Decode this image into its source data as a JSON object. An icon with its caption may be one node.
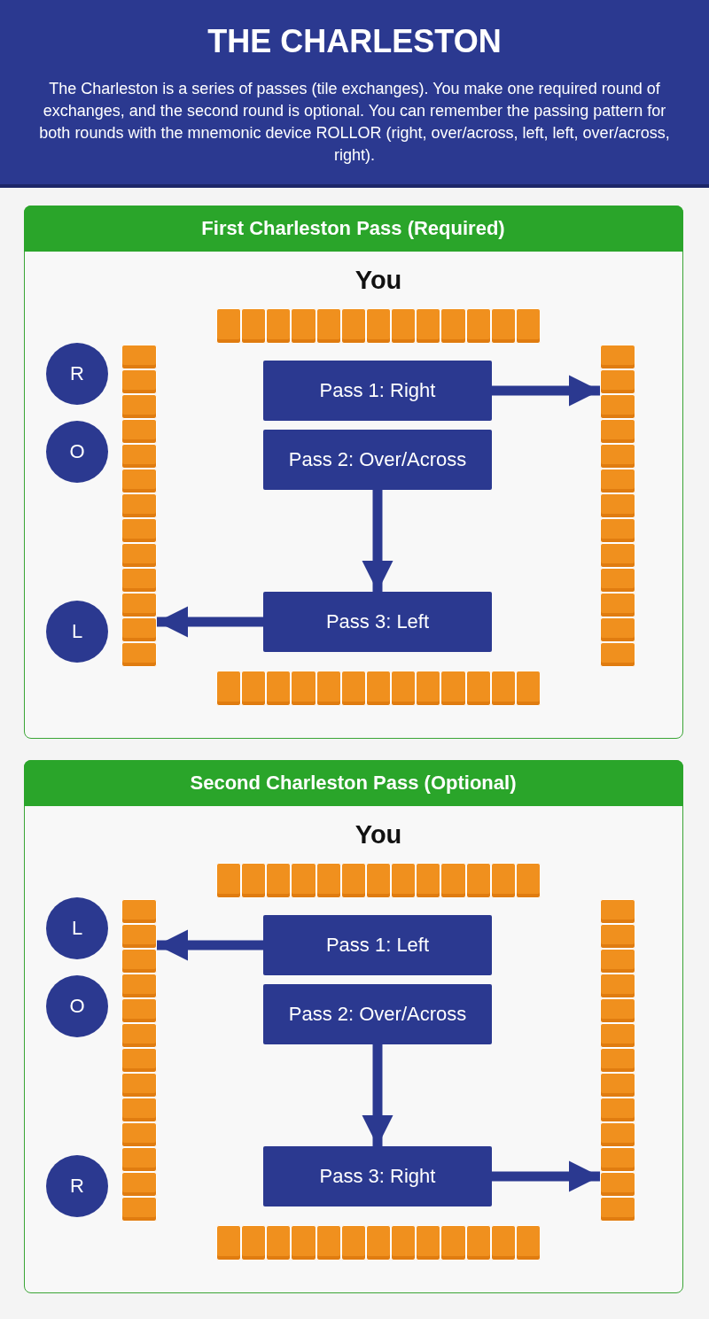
{
  "diagram": {
    "title": "THE CHARLESTON",
    "nodes": [
      {
        "text": [
          "First Charleston Pass (Required)"
        ]
      },
      {
        "text": [],
        "shape": "bar",
        "in": 0,
        "beside": [
          "You"
        ]
      },
      {
        "text": [],
        "shape": "bar",
        "in": 0
      },
      {
        "text": [
          "R"
        ],
        "in": 0
      },
      {
        "text": [
          "O"
        ],
        "in": 0
      },
      {
        "text": [
          "L"
        ],
        "in": 0
      },
      {
        "text": [
          "Pass 1: Right"
        ],
        "in": 0
      },
      {
        "text": [
          "Pass 2: Over/Across"
        ],
        "in": 0
      },
      {
        "text": [
          "Pass 3: Left"
        ],
        "in": 0
      },
      {
        "text": [],
        "shape": "bar",
        "in": 0
      },
      {
        "text": [],
        "shape": "bar",
        "in": 0
      },
      {
        "text": [
          "Second Charleston Pass (Optional)"
        ]
      },
      {
        "text": [],
        "shape": "bar",
        "in": 11,
        "beside": [
          "You"
        ]
      },
      {
        "text": [],
        "shape": "bar",
        "in": 11
      },
      {
        "text": [
          "L"
        ],
        "in": 11
      },
      {
        "text": [
          "O"
        ],
        "in": 11
      },
      {
        "text": [
          "R"
        ],
        "in": 11
      },
      {
        "text": [
          "Pass 1: Left"
        ],
        "in": 11
      },
      {
        "text": [
          "Pass 2: Over/Across"
        ],
        "in": 11
      },
      {
        "text": [
          "Pass 3: Right"
        ],
        "in": 11
      },
      {
        "text": [],
        "shape": "bar",
        "in": 11
      },
      {
        "text": [],
        "shape": "bar",
        "in": 11
      }
    ],
    "edges": [
      {
        "from": 6,
        "to": 9,
        "arrow": "to"
      },
      {
        "from": 7,
        "to": 8,
        "arrow": "to"
      },
      {
        "from": 8,
        "to": 2,
        "arrow": "to"
      },
      {
        "from": 17,
        "to": 13,
        "arrow": "to"
      },
      {
        "from": 18,
        "to": 19,
        "arrow": "to"
      },
      {
        "from": 19,
        "to": 20,
        "arrow": "to"
      }
    ],
    "labels": [
      "The Charleston is a series of passes (tile exchanges). You make one required round of exchanges, and the second round is optional. You can remember the passing pattern for both rounds with the mnemonic device ROLLOR (right, over/across, left, left, over/across, right)."
    ]
  }
}
